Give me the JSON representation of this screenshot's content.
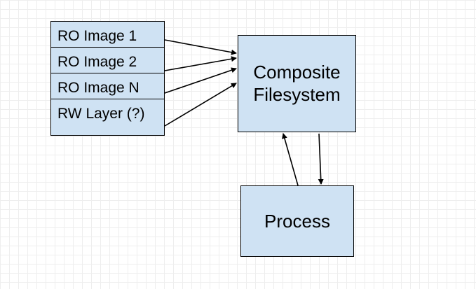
{
  "diagram": {
    "layers": [
      {
        "label": "RO Image 1"
      },
      {
        "label": "RO Image 2"
      },
      {
        "label": "RO Image N"
      },
      {
        "label": "RW Layer (?)"
      }
    ],
    "composite": {
      "line1": "Composite",
      "line2": "Filesystem"
    },
    "process": {
      "label": "Process"
    }
  },
  "colors": {
    "box_fill": "#cfe2f3",
    "stroke": "#000000"
  }
}
